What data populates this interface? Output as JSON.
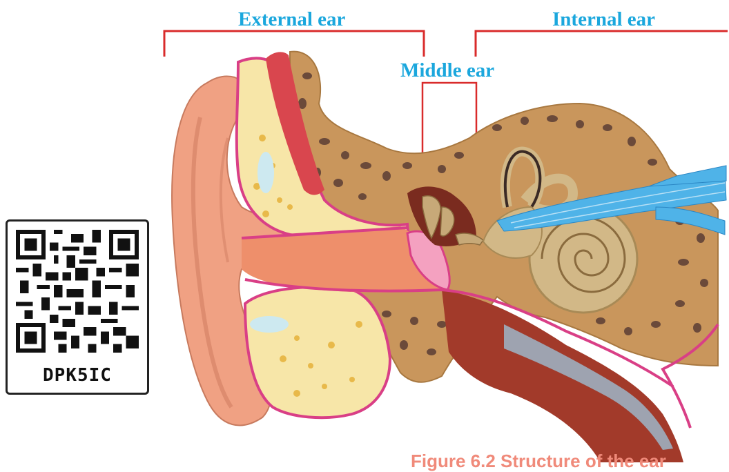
{
  "labels": {
    "external_ear": "External ear",
    "middle_ear": "Middle ear",
    "internal_ear": "Internal ear"
  },
  "qr": {
    "code_text": "DPK5IC"
  },
  "caption": "Figure 6.2 Structure of the ear",
  "colors": {
    "label_text": "#1ba7dd",
    "bracket_line": "#d92b2b",
    "skin": "#f0a183",
    "bone": "#c9965c",
    "cartilage": "#f7e6a8",
    "cochlea": "#d2b887",
    "nerve": "#4fb3e8",
    "membrane": "#d93f86"
  }
}
